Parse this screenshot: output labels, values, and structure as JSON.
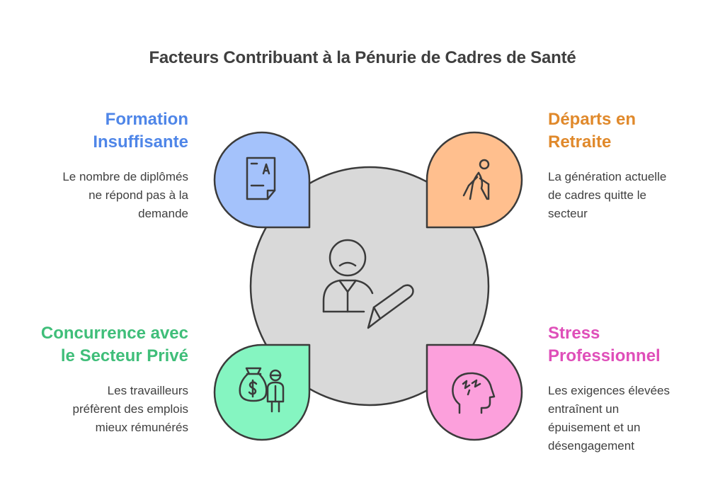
{
  "title": "Facteurs Contribuant à la Pénurie de Cadres de Santé",
  "colors": {
    "center_fill": "#d9d9d9",
    "outline": "#3b3b3b",
    "formation": "#a4c2fb",
    "departs": "#ffbf8e",
    "concurrence": "#85f5c1",
    "stress": "#fca0dc"
  },
  "center": {
    "icon": "sad-person-with-pencil-icon"
  },
  "factors": {
    "formation": {
      "heading_line1": "Formation",
      "heading_line2": "Insuffisante",
      "desc_line1": "Le nombre de diplômés",
      "desc_line2": "ne répond pas à la",
      "desc_line3": "demande",
      "icon": "exam-paper-icon"
    },
    "departs": {
      "heading_line1": "Départs en",
      "heading_line2": "Retraite",
      "desc_line1": "La génération actuelle",
      "desc_line2": "de cadres quitte le",
      "desc_line3": "secteur",
      "icon": "walking-person-icon"
    },
    "concurrence": {
      "heading_line1": "Concurrence avec",
      "heading_line2": "le Secteur Privé",
      "desc_line1": "Les travailleurs",
      "desc_line2": "préfèrent des emplois",
      "desc_line3": "mieux rémunérés",
      "icon": "money-bag-worker-icon"
    },
    "stress": {
      "heading_line1": "Stress",
      "heading_line2": "Professionnel",
      "desc_line1": "Les exigences élevées",
      "desc_line2": "entraînent un",
      "desc_line3": "épuisement et un",
      "desc_line4": "désengagement",
      "icon": "stressed-head-icon"
    }
  }
}
